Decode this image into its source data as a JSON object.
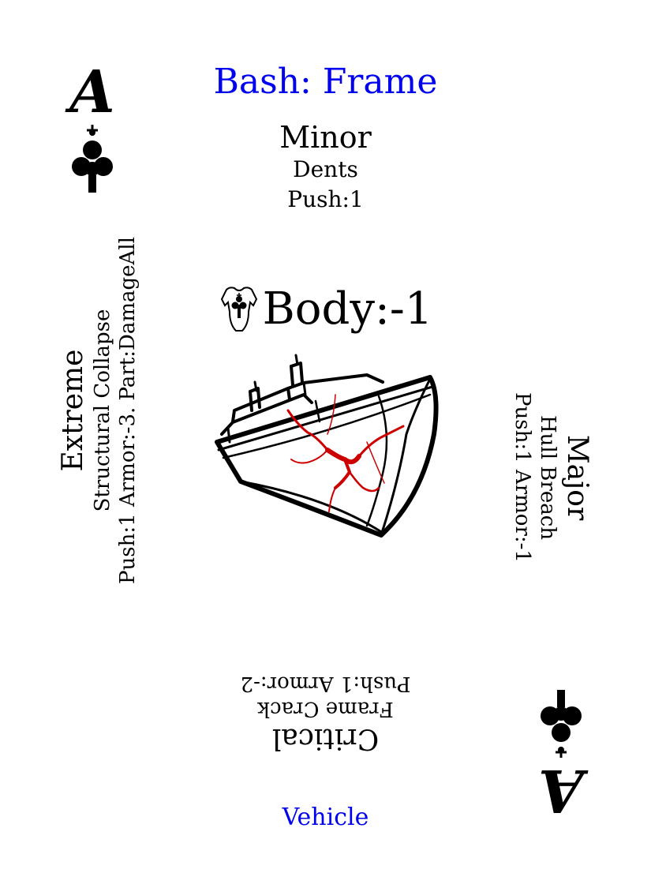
{
  "card": {
    "rank": "A",
    "title": "Bash: Frame",
    "title_color": "#0000ee",
    "minor": {
      "label": "Minor",
      "desc": "Dents",
      "effect": "Push:1"
    },
    "body_effect": "Body:-1",
    "major": {
      "label": "Major",
      "desc": "Hull Breach",
      "effect": "Push:1 Armor:-1"
    },
    "critical": {
      "label": "Critical",
      "desc": "Frame Crack",
      "effect": "Push:1 Armor:-2"
    },
    "extreme": {
      "label": "Extreme",
      "desc": "Structural Collapse",
      "effect": "Push:1 Armor:-3. Part:DamageAll"
    },
    "footer": "Vehicle",
    "footer_color": "#0000ee",
    "crack_color": "#cc0000",
    "icons": [
      "club-suit-icon",
      "torso-club-icon",
      "damaged-ship-icon"
    ]
  }
}
